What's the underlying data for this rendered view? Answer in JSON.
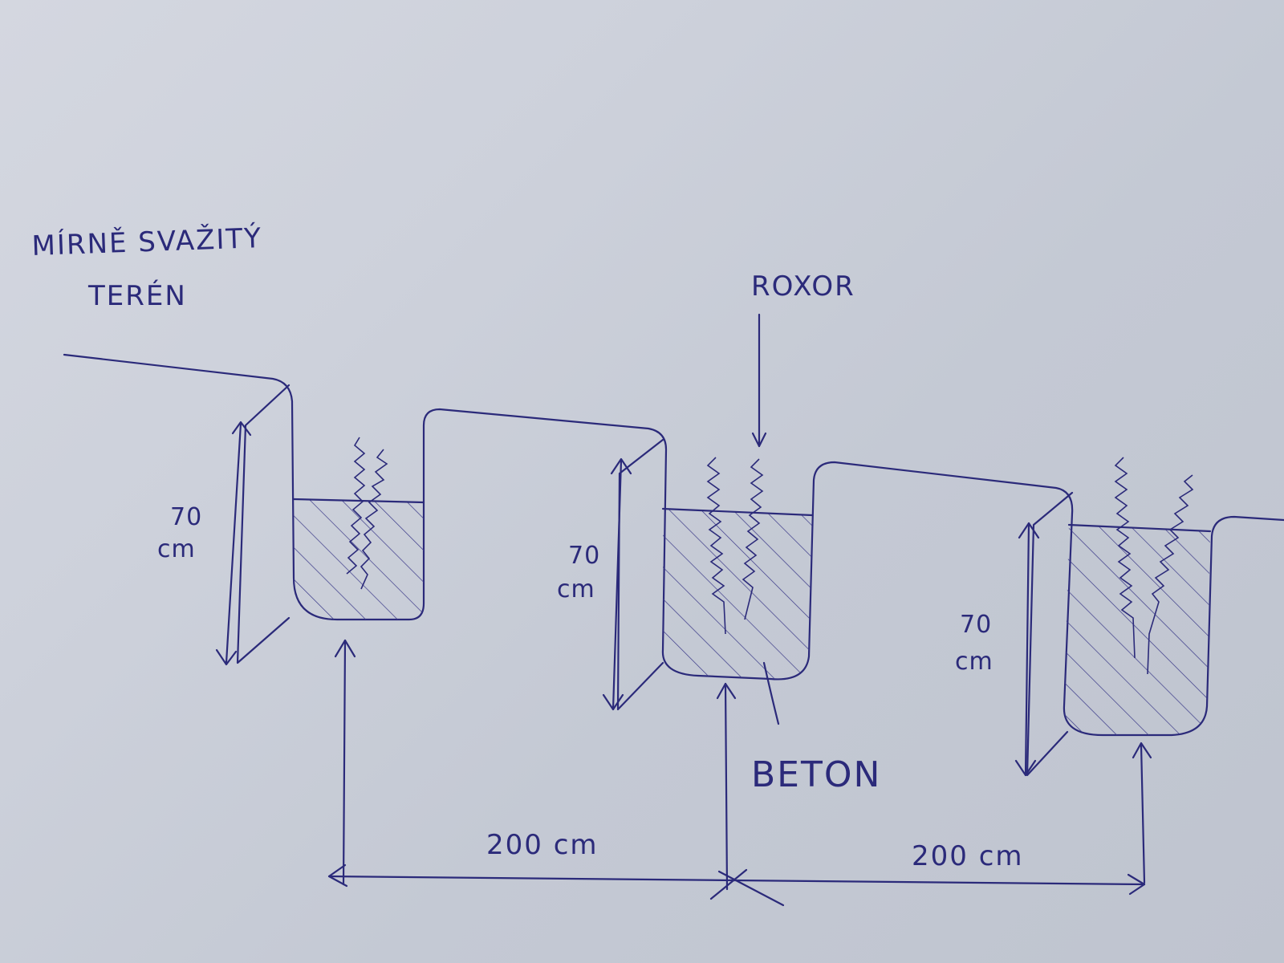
{
  "labels": {
    "terrain_line1": "MÍRNĚ SVAŽITÝ",
    "terrain_line2": "TERÉN",
    "rebar": "ROXOR",
    "concrete": "BETON",
    "depth_value": "70",
    "depth_unit": "cm",
    "spacing": "200 cm"
  },
  "colors": {
    "ink": "#2b2a7a",
    "paper": "#cdd1db"
  }
}
